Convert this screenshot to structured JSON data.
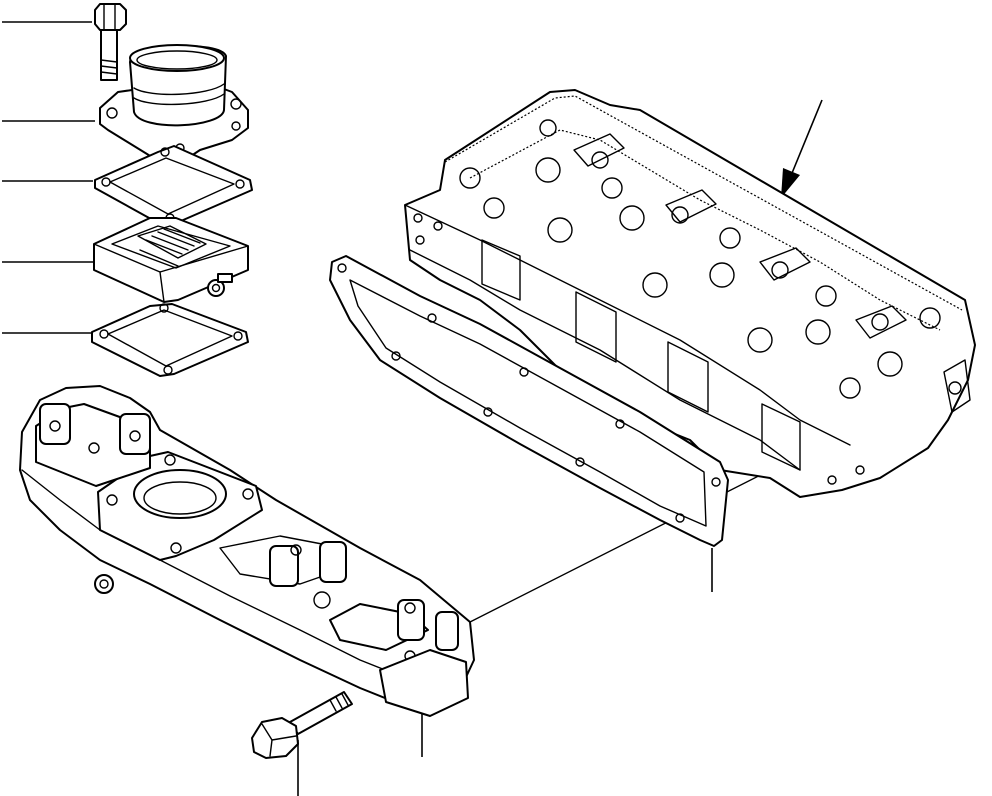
{
  "diagram": {
    "kind": "exploded-parts-view",
    "parts": [
      {
        "name": "flange-bolt",
        "leader": "left"
      },
      {
        "name": "intake-connector-elbow",
        "leader": "left"
      },
      {
        "name": "upper-gasket",
        "leader": "left"
      },
      {
        "name": "air-heater",
        "leader": "left"
      },
      {
        "name": "lower-gasket",
        "leader": "left"
      },
      {
        "name": "cylinder-head",
        "leader": "arrow"
      },
      {
        "name": "manifold-gasket",
        "leader": "bottom"
      },
      {
        "name": "intake-manifold",
        "leader": "bottom"
      },
      {
        "name": "manifold-bolt",
        "leader": "bottom"
      }
    ],
    "colors": {
      "line": "#000000",
      "background": "#ffffff"
    }
  }
}
